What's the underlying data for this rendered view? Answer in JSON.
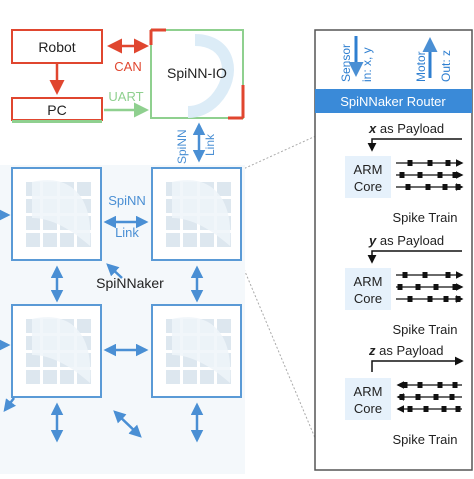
{
  "colors": {
    "red": "#e0462f",
    "green": "#8fd08f",
    "blue": "#4a8fd4",
    "blue_dark": "#2f7fd0",
    "header_blue": "#3a8ad8",
    "chip_fill": "#e9f3fb",
    "chip_border": "#5a9ad6",
    "arm_fill": "#e6f1fb",
    "text": "#222222"
  },
  "top": {
    "robot": "Robot",
    "pc": "PC",
    "spinn_io": "SpiNN-IO",
    "can": "CAN",
    "uart": "UART",
    "spinn_link_vertical_1": "SpiNN",
    "spinn_link_vertical_2": "Link"
  },
  "grid": {
    "spinn_link_1": "SpiNN",
    "spinn_link_2": "Link",
    "spinnaker": "SpiNNaker"
  },
  "panel": {
    "sensor": "Sensor",
    "sensor_sub": "in: x, y",
    "motor": "Motor",
    "motor_sub": "Out: z",
    "router_title": "SpiNNaker Router",
    "sections": [
      {
        "var": "x",
        "payload": " as Payload",
        "arm1": "ARM",
        "arm2": "Core",
        "spike": "Spike Train"
      },
      {
        "var": "y",
        "payload": " as Payload",
        "arm1": "ARM",
        "arm2": "Core",
        "spike": "Spike Train"
      },
      {
        "var": "z",
        "payload": " as Payload",
        "arm1": "ARM",
        "arm2": "Core",
        "spike": "Spike Train"
      }
    ]
  }
}
